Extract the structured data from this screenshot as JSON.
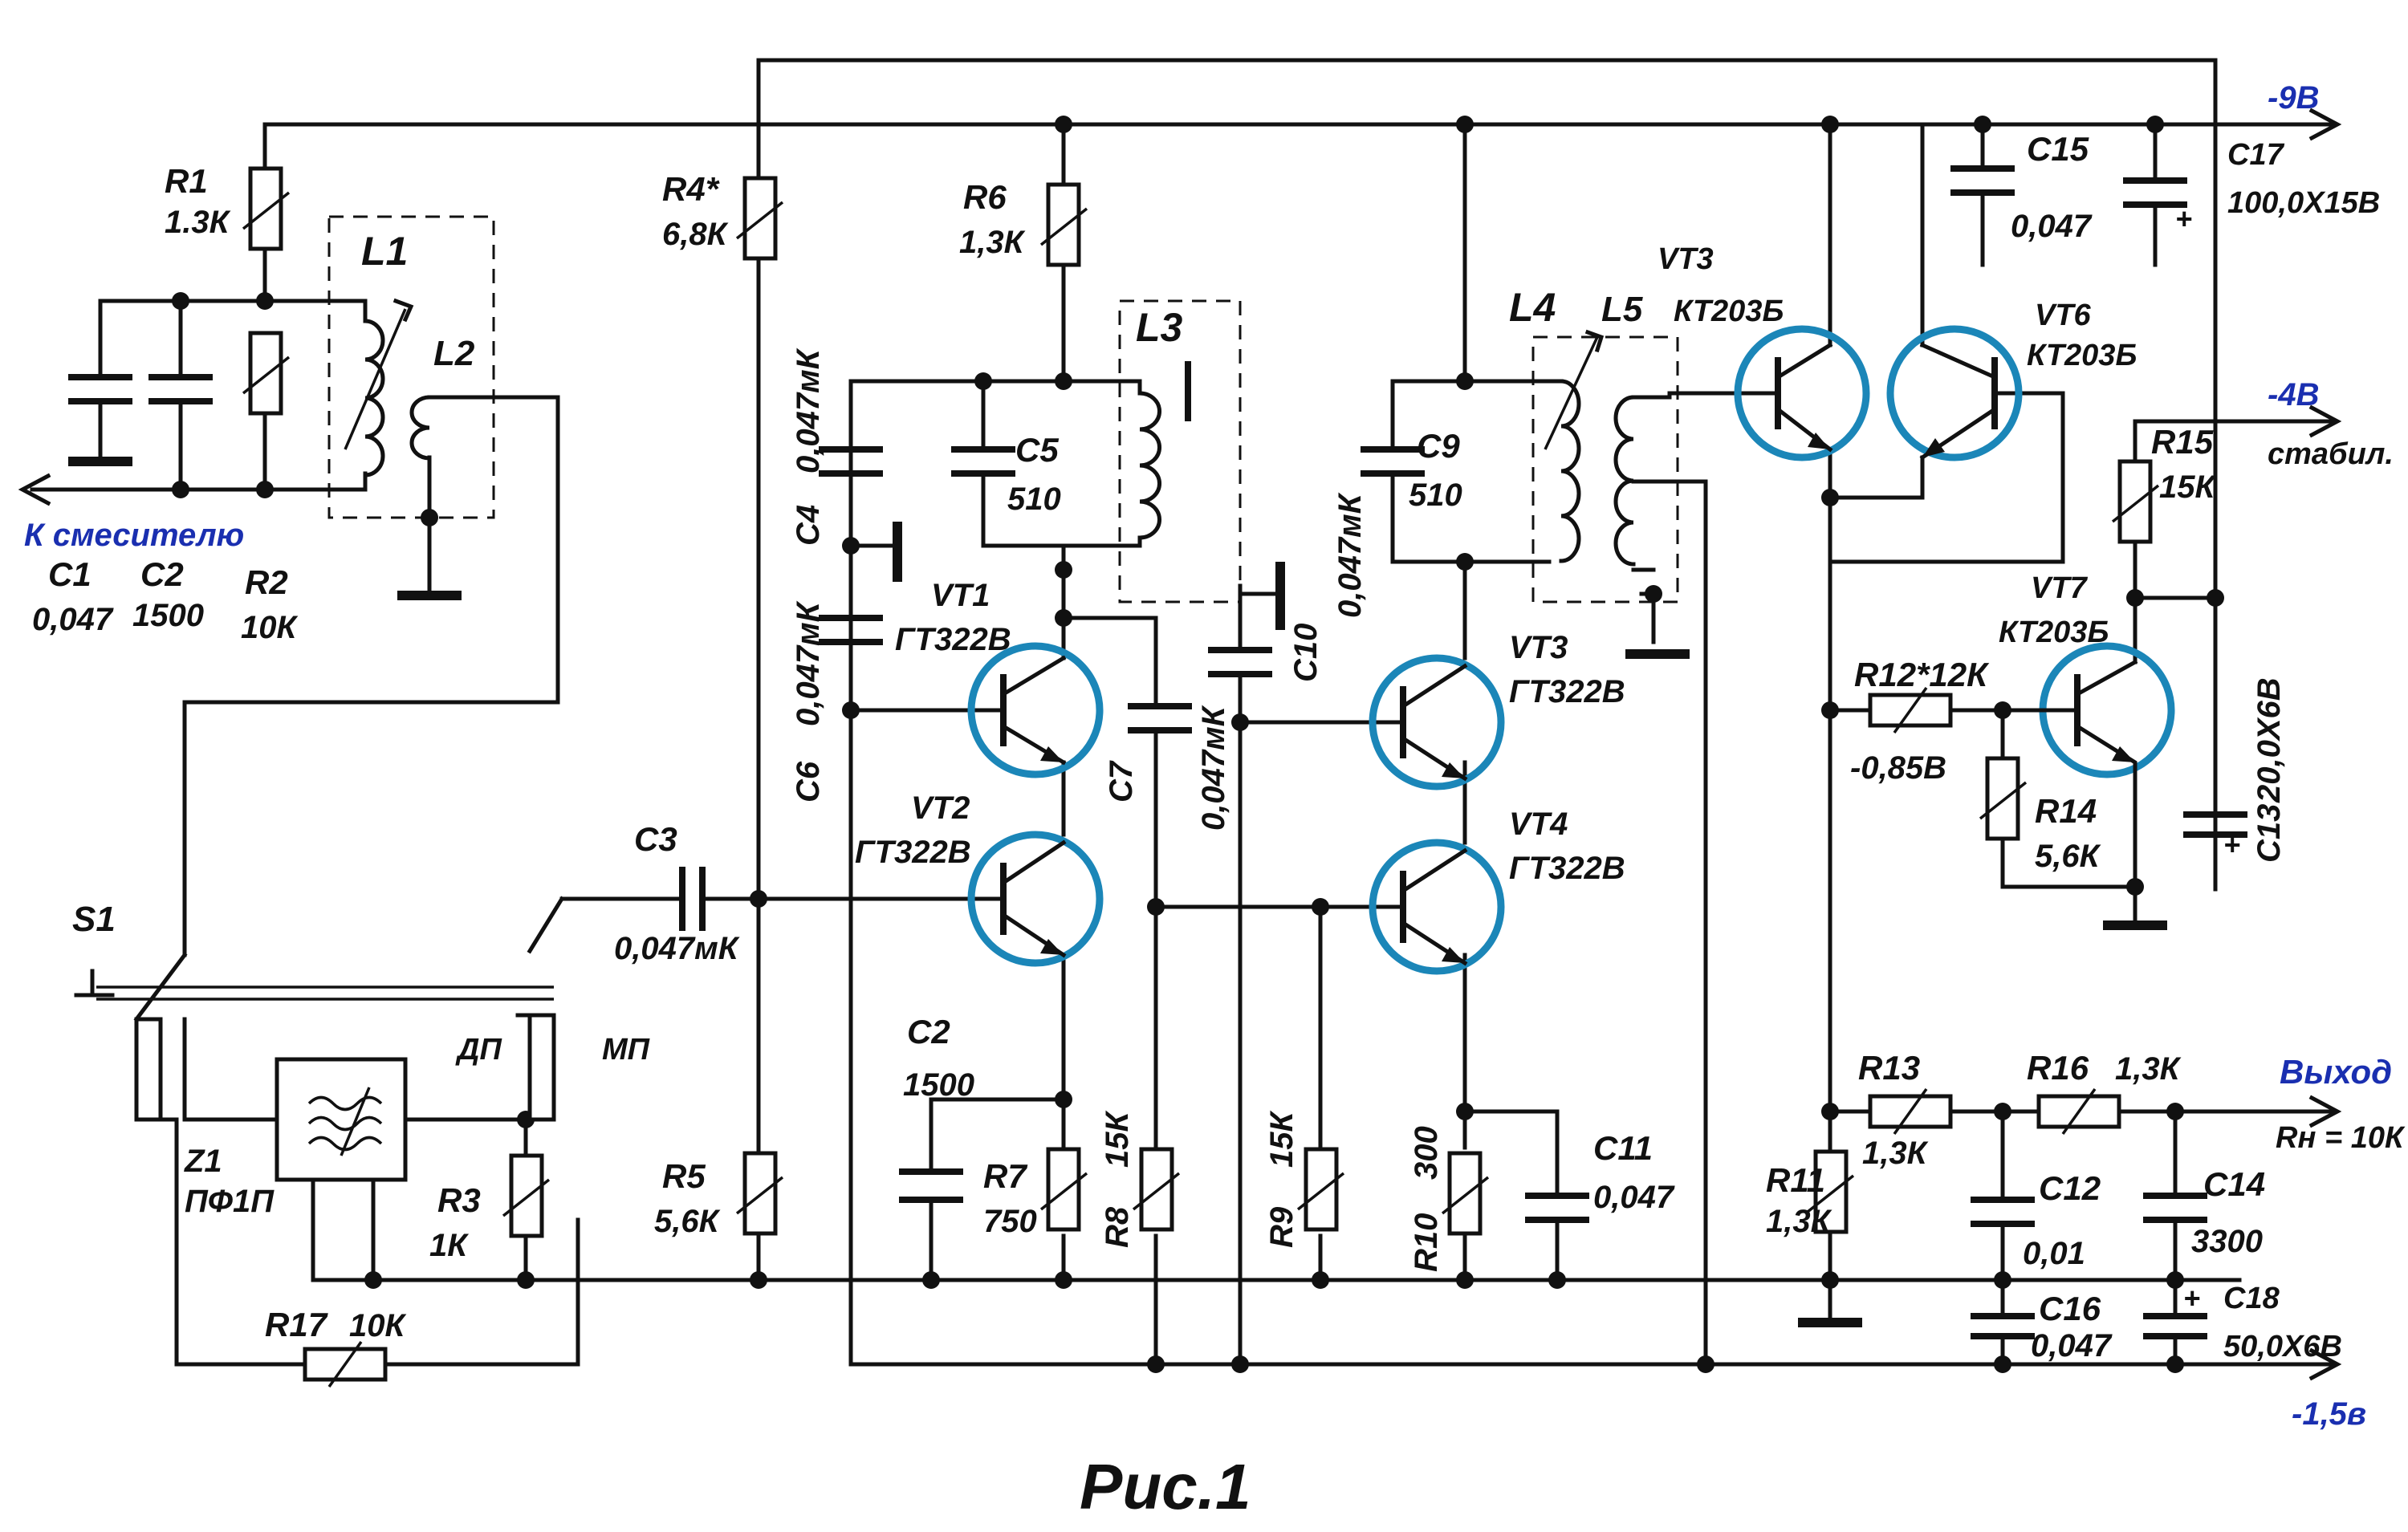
{
  "rails": {
    "minus9": "-9В",
    "minus4": "-4В",
    "minus4_note": "стабил.",
    "minus1_5": "-1,5в"
  },
  "output": {
    "label": "Выход",
    "load": "Rн = 10К"
  },
  "to_mixer": "К смесителю",
  "title": "Рис.1",
  "colors": {
    "wire": "#111111",
    "transistor_ring": "#1b86b8",
    "rail_labels": "#1a2fb0"
  },
  "switch": {
    "name": "S1",
    "pos_dp": "ДП",
    "pos_mp": "МП"
  },
  "filter": {
    "name": "Z1",
    "type": "ПФ1П"
  },
  "resistors": {
    "R1": {
      "name": "R1",
      "value": "1.3К"
    },
    "R2": {
      "name": "R2",
      "value": "10К"
    },
    "R3": {
      "name": "R3",
      "value": "1К"
    },
    "R4": {
      "name": "R4*",
      "value": "6,8К"
    },
    "R5": {
      "name": "R5",
      "value": "5,6К"
    },
    "R6": {
      "name": "R6",
      "value": "1,3К"
    },
    "R7": {
      "name": "R7",
      "value": "750"
    },
    "R8": {
      "name": "R8",
      "value": "15К"
    },
    "R9": {
      "name": "R9",
      "value": "15К"
    },
    "R10": {
      "name": "R10",
      "value": "300"
    },
    "R11": {
      "name": "R11",
      "value": "1,3К"
    },
    "R12": {
      "name": "R12*12К",
      "value": "-0,85В"
    },
    "R13": {
      "name": "R13",
      "value": "1,3К"
    },
    "R14": {
      "name": "R14",
      "value": "5,6К"
    },
    "R15": {
      "name": "R15",
      "value": "15К"
    },
    "R16": {
      "name": "R16",
      "value": "1,3К"
    },
    "R17": {
      "name": "R17",
      "value": "10К"
    }
  },
  "capacitors": {
    "C1": {
      "name": "C1",
      "value": "0,047"
    },
    "C2a": {
      "name": "C2",
      "value": "1500"
    },
    "C2b": {
      "name": "C2",
      "value": "1500"
    },
    "C3": {
      "name": "C3",
      "value": "0,047мК"
    },
    "C4": {
      "name": "C4",
      "value": "0,047мК"
    },
    "C5": {
      "name": "C5",
      "value": "510"
    },
    "C6": {
      "name": "C6",
      "value": "0,047мК"
    },
    "C7": {
      "name": "C7",
      "value": "0,047мК"
    },
    "C9": {
      "name": "C9",
      "value": "510"
    },
    "C10": {
      "name": "C10",
      "value": "0,047мК"
    },
    "C11": {
      "name": "C11",
      "value": "0,047"
    },
    "C12": {
      "name": "C12",
      "value": "0,01"
    },
    "C13": {
      "name": "C13",
      "value": "20,0X6В"
    },
    "C14": {
      "name": "C14",
      "value": "3300"
    },
    "C15": {
      "name": "C15",
      "value": "0,047"
    },
    "C16": {
      "name": "C16",
      "value": "0,047"
    },
    "C17": {
      "name": "C17",
      "value": "100,0X15В"
    },
    "C18": {
      "name": "C18",
      "value": "50,0X6В"
    }
  },
  "inductors": {
    "L1": "L1",
    "L2": "L2",
    "L3": "L3",
    "L4": "L4",
    "L5": "L5"
  },
  "transistors": {
    "VT1": {
      "name": "VT1",
      "type": "ГТ322В"
    },
    "VT2": {
      "name": "VT2",
      "type": "ГТ322В"
    },
    "VT3a": {
      "name": "VT3",
      "type": "ГТ322В"
    },
    "VT4": {
      "name": "VT4",
      "type": "ГТ322В"
    },
    "VT3b": {
      "name": "VT3",
      "type": "КТ203Б"
    },
    "VT6": {
      "name": "VT6",
      "type": "КТ203Б"
    },
    "VT7": {
      "name": "VT7",
      "type": "КТ203Б"
    }
  },
  "polarity_plus": "+"
}
